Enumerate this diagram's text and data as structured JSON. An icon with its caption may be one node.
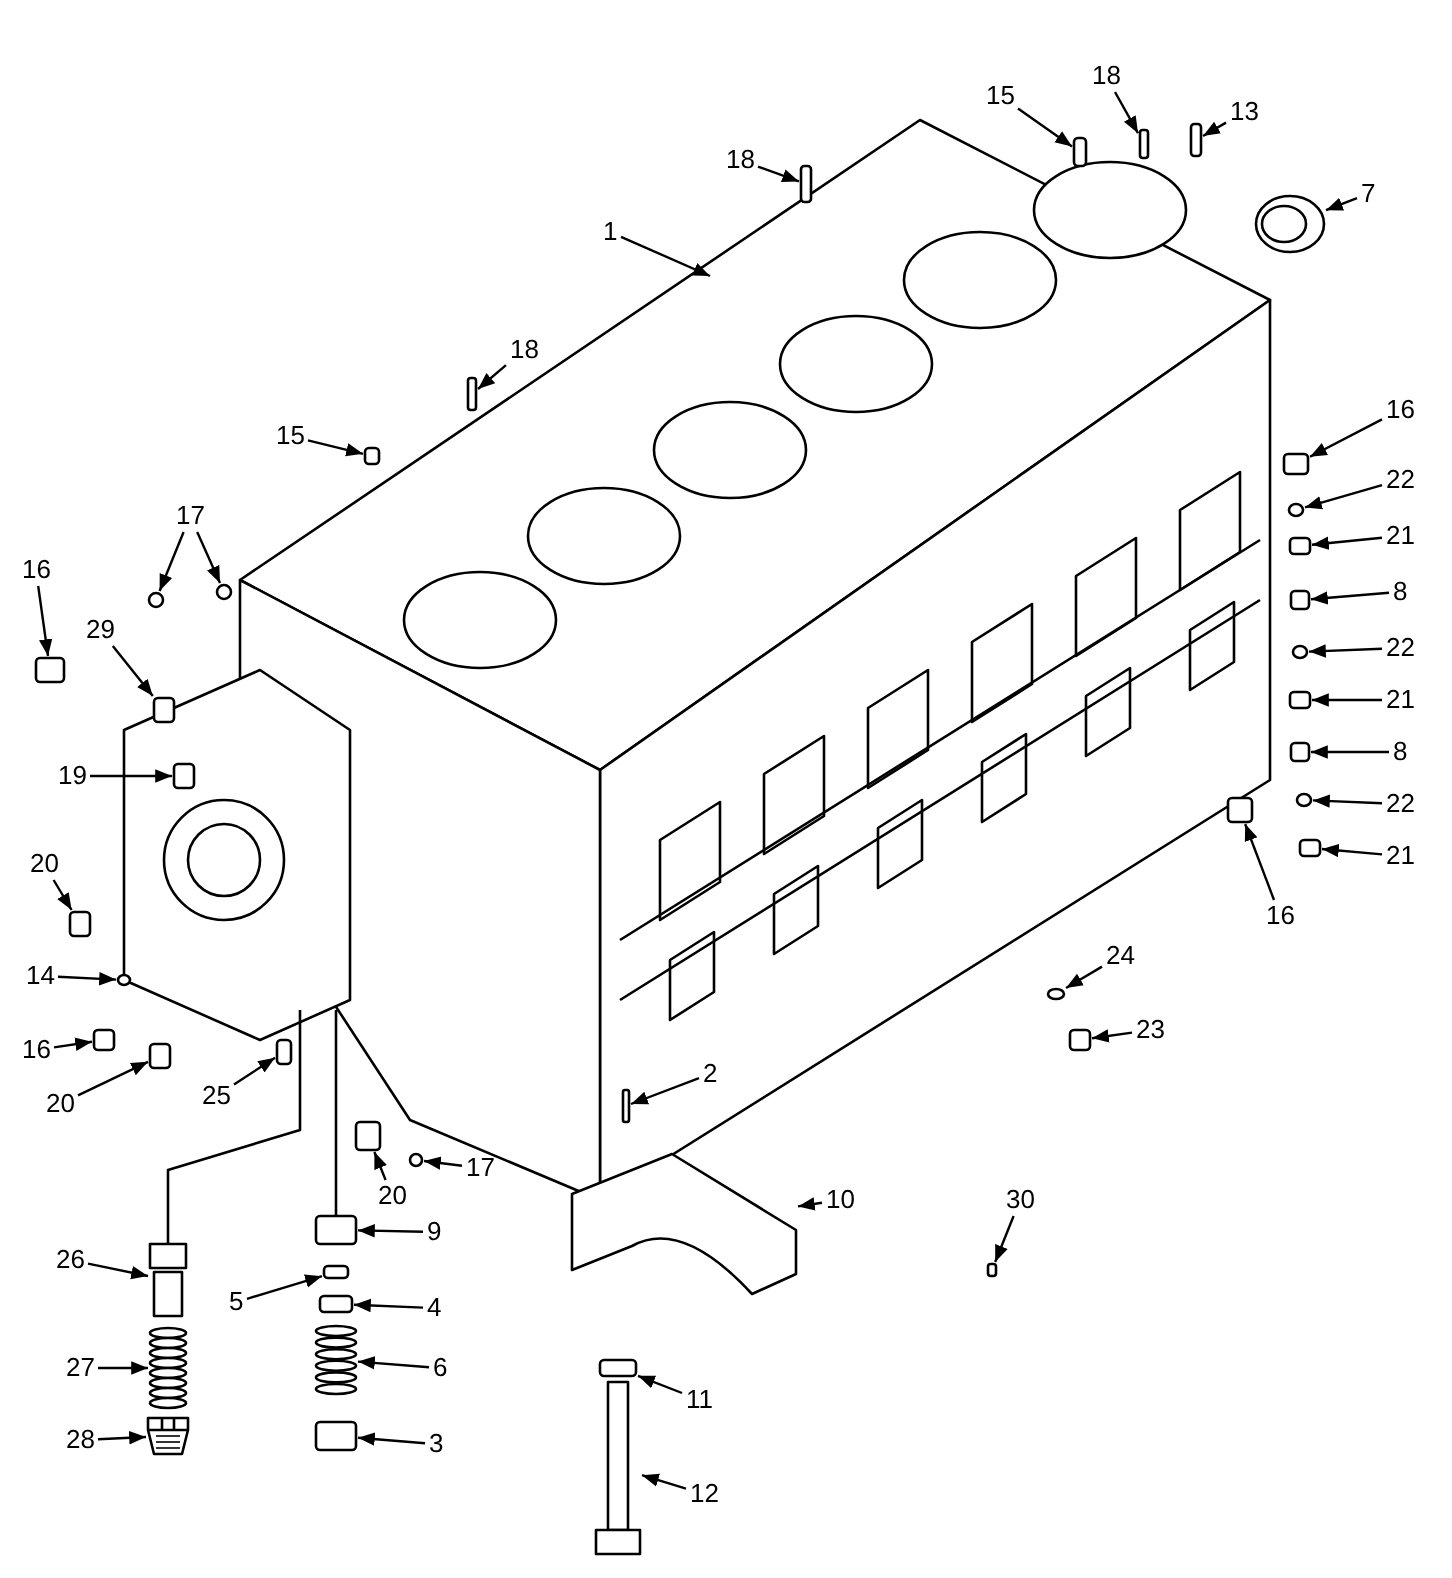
{
  "diagram": {
    "nodes": [
      {
        "text": [
          "18"
        ]
      },
      {
        "text": [
          "15"
        ]
      },
      {
        "text": [
          "18"
        ]
      },
      {
        "text": [
          "13"
        ]
      },
      {
        "text": [
          "7"
        ]
      },
      {
        "text": [
          "1"
        ]
      },
      {
        "text": [
          "18"
        ]
      },
      {
        "text": [
          "16"
        ]
      },
      {
        "text": [
          "15"
        ]
      },
      {
        "text": [
          "22"
        ]
      },
      {
        "text": [
          "21"
        ]
      },
      {
        "text": [
          "8"
        ]
      },
      {
        "text": [
          "17"
        ]
      },
      {
        "text": [
          "22"
        ]
      },
      {
        "text": [
          "21"
        ]
      },
      {
        "text": [
          "16"
        ]
      },
      {
        "text": [
          "29"
        ]
      },
      {
        "text": [
          "8"
        ]
      },
      {
        "text": [
          "19"
        ]
      },
      {
        "text": [
          "22"
        ]
      },
      {
        "text": [
          "21"
        ]
      },
      {
        "text": [
          "16"
        ]
      },
      {
        "text": [
          "20"
        ]
      },
      {
        "text": [
          "14"
        ]
      },
      {
        "text": [
          "24"
        ]
      },
      {
        "text": [
          "16"
        ]
      },
      {
        "text": [
          "23"
        ]
      },
      {
        "text": [
          "20"
        ]
      },
      {
        "text": [
          "25"
        ]
      },
      {
        "text": [
          "2"
        ]
      },
      {
        "text": [
          "20"
        ]
      },
      {
        "text": [
          "17"
        ]
      },
      {
        "text": [
          "10"
        ]
      },
      {
        "text": [
          "30"
        ]
      },
      {
        "text": [
          "26"
        ]
      },
      {
        "text": [
          "9"
        ]
      },
      {
        "text": [
          "5"
        ]
      },
      {
        "text": [
          "4"
        ]
      },
      {
        "text": [
          "27"
        ]
      },
      {
        "text": [
          "6"
        ]
      },
      {
        "text": [
          "11"
        ]
      },
      {
        "text": [
          "28"
        ]
      },
      {
        "text": [
          "3"
        ]
      },
      {
        "text": [
          "12"
        ]
      },
      {
        "text": [],
        "shape": "box"
      },
      {
        "text": [],
        "shape": "box"
      },
      {
        "text": [],
        "shape": "box"
      },
      {
        "text": [],
        "shape": "box"
      },
      {
        "text": [],
        "shape": "picture"
      },
      {
        "text": [],
        "shape": "box"
      },
      {
        "text": [],
        "shape": "box"
      },
      {
        "text": [],
        "shape": "box"
      },
      {
        "text": [],
        "shape": "circle"
      },
      {
        "text": [],
        "shape": "box"
      },
      {
        "text": [],
        "shape": "box"
      },
      {
        "text": [],
        "shape": "circle"
      },
      {
        "text": [],
        "shape": "circle"
      },
      {
        "text": [],
        "shape": "circle"
      },
      {
        "text": [],
        "shape": "box"
      },
      {
        "text": [],
        "shape": "box"
      },
      {
        "text": [],
        "shape": "box"
      },
      {
        "text": [],
        "shape": "box"
      },
      {
        "text": [],
        "shape": "box"
      },
      {
        "text": [],
        "shape": "circle"
      },
      {
        "text": [],
        "shape": "box"
      },
      {
        "text": [],
        "shape": "box"
      },
      {
        "text": [],
        "shape": "box"
      },
      {
        "text": [],
        "shape": "circle"
      },
      {
        "text": [],
        "shape": "circle"
      },
      {
        "text": [],
        "shape": "box"
      },
      {
        "text": [],
        "shape": "box"
      },
      {
        "text": [],
        "shape": "box"
      },
      {
        "text": [],
        "shape": "box"
      },
      {
        "text": [],
        "shape": "box"
      },
      {
        "text": [],
        "shape": "box"
      },
      {
        "text": [],
        "shape": "circle"
      },
      {
        "text": [],
        "shape": "picture"
      },
      {
        "text": [],
        "shape": "box"
      },
      {
        "text": [],
        "shape": "picture"
      },
      {
        "text": [],
        "shape": "box"
      },
      {
        "text": [],
        "shape": "box"
      },
      {
        "text": [],
        "shape": "box"
      },
      {
        "text": [],
        "shape": "picture"
      },
      {
        "text": [],
        "shape": "picture"
      },
      {
        "text": [],
        "shape": "box"
      },
      {
        "text": [],
        "shape": "picture"
      },
      {
        "text": [],
        "shape": "box"
      },
      {
        "text": [],
        "shape": "picture"
      }
    ],
    "edges": [
      {
        "from": 0,
        "to": 44,
        "arrow": "to"
      },
      {
        "from": 1,
        "to": 45,
        "arrow": "to"
      },
      {
        "from": 2,
        "to": 46,
        "arrow": "to"
      },
      {
        "from": 3,
        "to": 47,
        "arrow": "to"
      },
      {
        "from": 4,
        "to": 48,
        "arrow": "to"
      },
      {
        "from": 5,
        "to": null,
        "arrow": "to"
      },
      {
        "from": 6,
        "to": 49,
        "arrow": "to"
      },
      {
        "from": 7,
        "to": 50,
        "arrow": "to"
      },
      {
        "from": 8,
        "to": 51,
        "arrow": "to"
      },
      {
        "from": 9,
        "to": 52,
        "arrow": "to"
      },
      {
        "from": 10,
        "to": 53,
        "arrow": "to"
      },
      {
        "from": 11,
        "to": 54,
        "arrow": "to"
      },
      {
        "from": 12,
        "to": 55,
        "arrow": "to"
      },
      {
        "from": 12,
        "to": 56,
        "arrow": "to"
      },
      {
        "from": 13,
        "to": 57,
        "arrow": "to"
      },
      {
        "from": 14,
        "to": 58,
        "arrow": "to"
      },
      {
        "from": 15,
        "to": 59,
        "arrow": "to"
      },
      {
        "from": 16,
        "to": 60,
        "arrow": "to"
      },
      {
        "from": 17,
        "to": 61,
        "arrow": "to"
      },
      {
        "from": 18,
        "to": 62,
        "arrow": "to"
      },
      {
        "from": 19,
        "to": 63,
        "arrow": "to"
      },
      {
        "from": 20,
        "to": 64,
        "arrow": "to"
      },
      {
        "from": 21,
        "to": 65,
        "arrow": "to"
      },
      {
        "from": 22,
        "to": 66,
        "arrow": "to"
      },
      {
        "from": 23,
        "to": 67,
        "arrow": "to"
      },
      {
        "from": 24,
        "to": 68,
        "arrow": "to"
      },
      {
        "from": 25,
        "to": 69,
        "arrow": "to"
      },
      {
        "from": 26,
        "to": 70,
        "arrow": "to"
      },
      {
        "from": 27,
        "to": 71,
        "arrow": "to"
      },
      {
        "from": 28,
        "to": 72,
        "arrow": "to"
      },
      {
        "from": 29,
        "to": 73,
        "arrow": "to"
      },
      {
        "from": 30,
        "to": 74,
        "arrow": "to"
      },
      {
        "from": 31,
        "to": 75,
        "arrow": "to"
      },
      {
        "from": 32,
        "to": 76,
        "arrow": "to"
      },
      {
        "from": 33,
        "to": 77,
        "arrow": "to"
      },
      {
        "from": 34,
        "to": 78,
        "arrow": "to"
      },
      {
        "from": 35,
        "to": 79,
        "arrow": "to"
      },
      {
        "from": 36,
        "to": 80,
        "arrow": "to"
      },
      {
        "from": 37,
        "to": 81,
        "arrow": "to"
      },
      {
        "from": 38,
        "to": 82,
        "arrow": "to"
      },
      {
        "from": 39,
        "to": 83,
        "arrow": "to"
      },
      {
        "from": 40,
        "to": 84,
        "arrow": "to"
      },
      {
        "from": 41,
        "to": 85,
        "arrow": "to"
      },
      {
        "from": 42,
        "to": 86,
        "arrow": "to"
      },
      {
        "from": 43,
        "to": 87,
        "arrow": "to"
      }
    ]
  }
}
